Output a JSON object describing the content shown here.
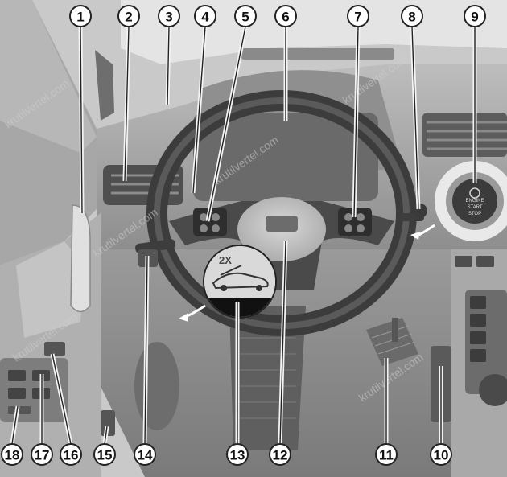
{
  "diagram": {
    "callouts": [
      {
        "id": "1",
        "label": "1"
      },
      {
        "id": "2",
        "label": "2"
      },
      {
        "id": "3",
        "label": "3"
      },
      {
        "id": "4",
        "label": "4"
      },
      {
        "id": "5",
        "label": "5"
      },
      {
        "id": "6",
        "label": "6"
      },
      {
        "id": "7",
        "label": "7"
      },
      {
        "id": "8",
        "label": "8"
      },
      {
        "id": "9",
        "label": "9"
      },
      {
        "id": "10",
        "label": "10"
      },
      {
        "id": "11",
        "label": "11"
      },
      {
        "id": "12",
        "label": "12"
      },
      {
        "id": "13",
        "label": "13"
      },
      {
        "id": "14",
        "label": "14"
      },
      {
        "id": "15",
        "label": "15"
      },
      {
        "id": "16",
        "label": "16"
      },
      {
        "id": "17",
        "label": "17"
      },
      {
        "id": "18",
        "label": "18"
      }
    ],
    "inset_text": "2X",
    "start_button_text": [
      "ENGINE",
      "START",
      "STOP"
    ],
    "watermark": "krutilvertel.com"
  }
}
